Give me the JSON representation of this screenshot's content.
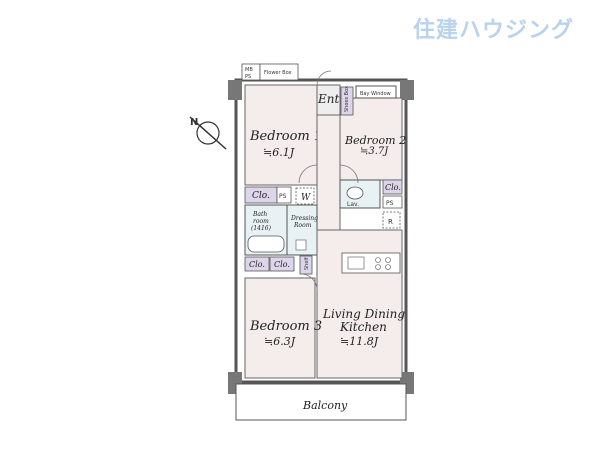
{
  "brand": {
    "logo_text": "住建ハウジング"
  },
  "rooms": {
    "bedroom1": {
      "name": "Bedroom 1",
      "size": "≒6.1J"
    },
    "bedroom2": {
      "name": "Bedroom 2",
      "size": "≒3.7J"
    },
    "bedroom3": {
      "name": "Bedroom 3",
      "size": "≒6.3J"
    },
    "ldk": {
      "name_line1": "Living Dining",
      "name_line2": "Kitchen",
      "size": "≒11.8J"
    },
    "bath": {
      "line1": "Bath",
      "line2": "room",
      "line3": "(1416)"
    },
    "dressing": {
      "line1": "Dressing",
      "line2": "Room"
    }
  },
  "labels": {
    "entrance": "Ent",
    "balcony": "Balcony",
    "flower_box": "Flower Box",
    "bay_window": "Bay Window",
    "shoes": "Shoes Box",
    "mb": "MB",
    "ps": "PS",
    "clo": "Clo.",
    "shelf": "Shelf",
    "lav": "Lav.",
    "washer": "W",
    "fridge": "R"
  },
  "compass": {
    "label": "N"
  },
  "colors": {
    "room_fill": "#f5ecec",
    "wet_fill": "#e8f1f3",
    "closet_fill": "#ddd5ea",
    "wall": "#555555",
    "brand": "#b9d2ee"
  }
}
